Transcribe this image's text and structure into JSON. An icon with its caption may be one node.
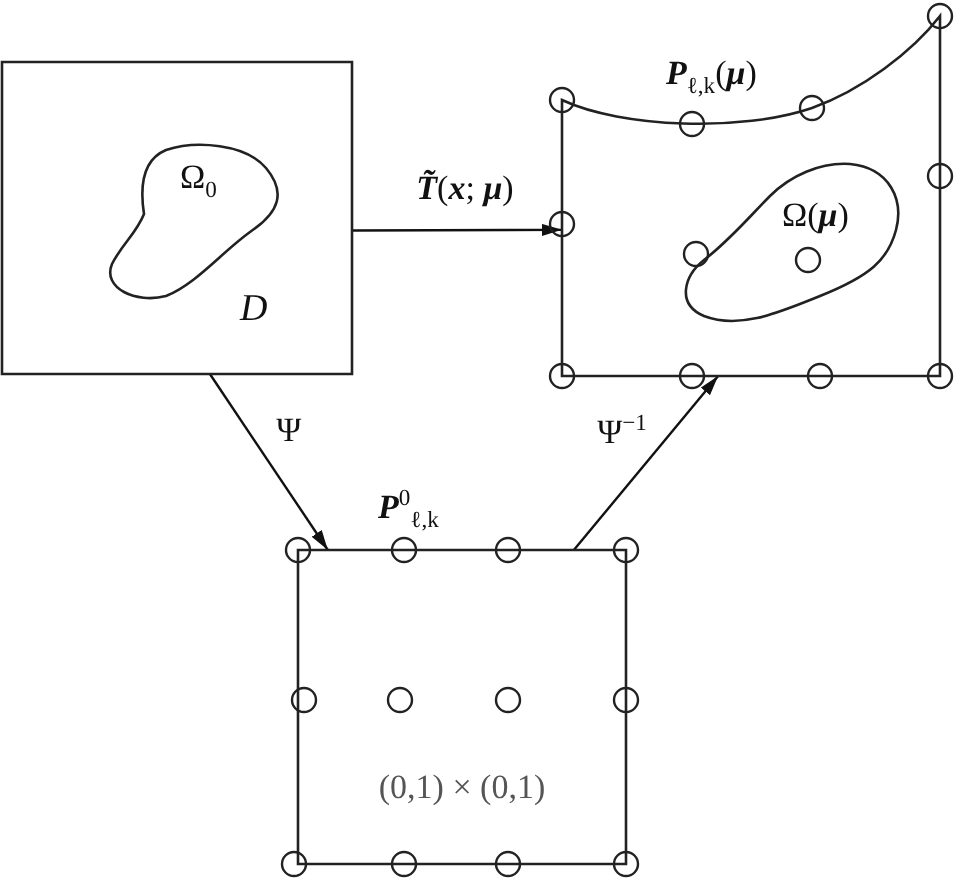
{
  "diagram": {
    "nodes": [
      {
        "text": [
          "D"
        ]
      },
      {
        "text": [
          "Ω$_{0}$"
        ],
        "in": 0
      },
      {
        "text": [
          "**P**$_{ℓ,k}$(**μ**)"
        ]
      },
      {
        "text": [
          "Ω(**μ**)"
        ],
        "in": 2
      },
      {
        "text": [
          "**P**$^{0}$$_{ℓ,k}$",
          "(0,1) × (0,1)"
        ]
      }
    ],
    "edges": [
      {
        "from": 0,
        "to": 2,
        "arrow": "to",
        "label": "**T̃**(**x**; **μ**)"
      },
      {
        "from": 0,
        "to": 4,
        "arrow": "to",
        "label": "Ψ"
      },
      {
        "from": 4,
        "to": 2,
        "arrow": "to",
        "label": "Ψ$^{−1}$"
      }
    ]
  }
}
